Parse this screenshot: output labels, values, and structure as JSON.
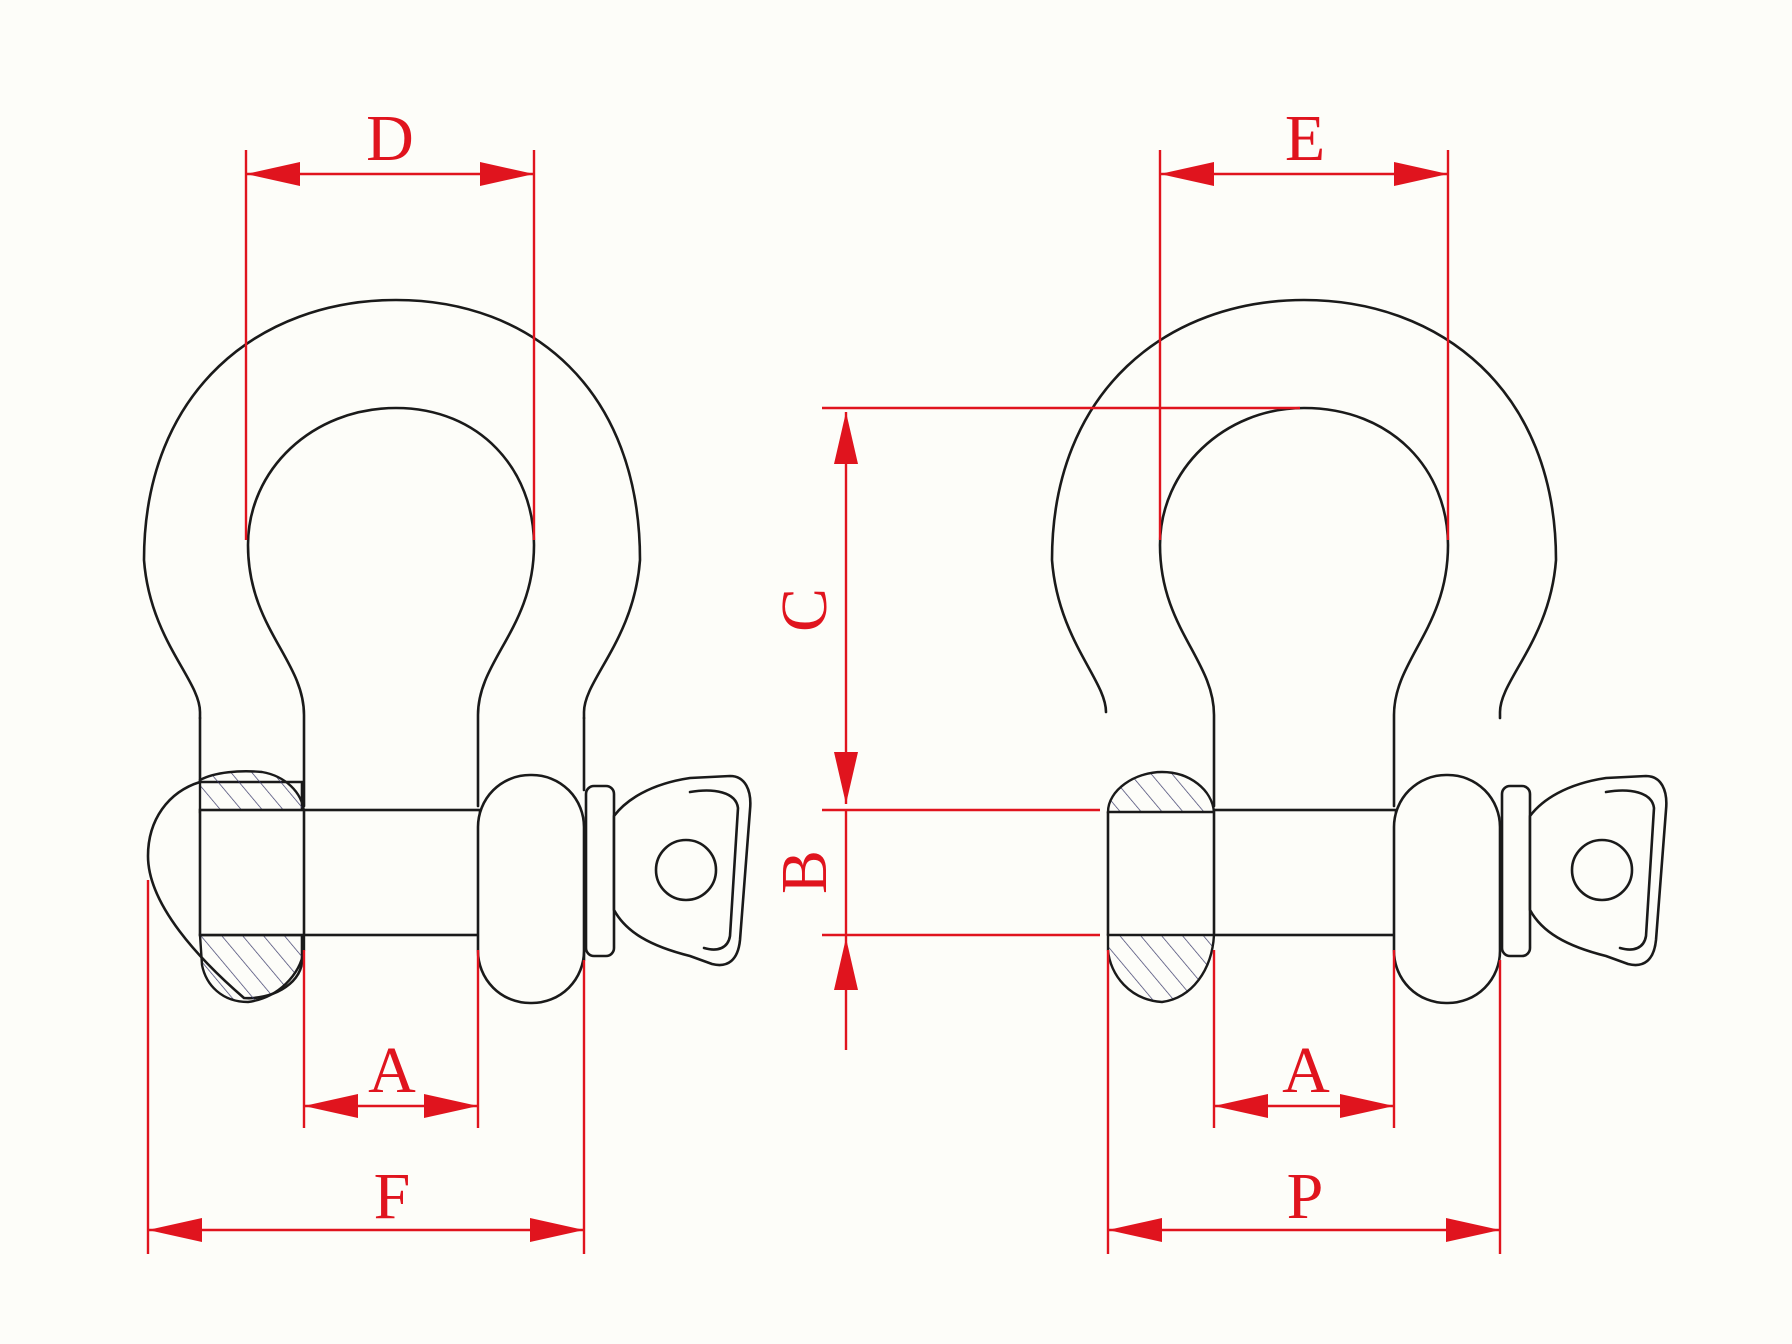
{
  "diagram": {
    "labels": {
      "D": "D",
      "E": "E",
      "C": "C",
      "B": "B",
      "A_left": "A",
      "A_right": "A",
      "F": "F",
      "P": "P"
    },
    "colors": {
      "dimension": "#e0141e",
      "outline": "#1a1a1a",
      "background": "#fdfdf9",
      "hatch": "#3a3a6a"
    }
  }
}
